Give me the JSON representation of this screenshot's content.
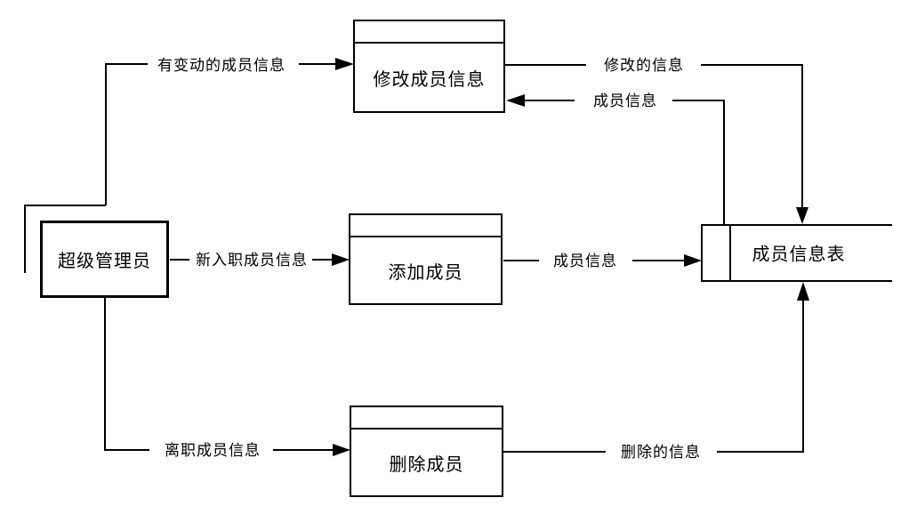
{
  "canvas": {
    "background_color": "#ffffff",
    "line_color": "#000000"
  },
  "entity": {
    "label": "超级管理员"
  },
  "processes": {
    "modify": {
      "label": "修改成员信息"
    },
    "add": {
      "label": "添加成员"
    },
    "delete": {
      "label": "删除成员"
    }
  },
  "datastore": {
    "label": "成员信息表"
  },
  "flows": {
    "changed_info": {
      "label": "有变动的成员信息",
      "from": "超级管理员",
      "to": "修改成员信息"
    },
    "modified_info": {
      "label": "修改的信息",
      "from": "修改成员信息",
      "to": "成员信息表"
    },
    "member_info_top": {
      "label": "成员信息",
      "from": "成员信息表",
      "to": "修改成员信息"
    },
    "new_member_info": {
      "label": "新入职成员信息",
      "from": "超级管理员",
      "to": "添加成员"
    },
    "member_info_mid": {
      "label": "成员信息",
      "from": "添加成员",
      "to": "成员信息表"
    },
    "leaving_member_info": {
      "label": "离职成员信息",
      "from": "超级管理员",
      "to": "删除成员"
    },
    "deleted_info": {
      "label": "删除的信息",
      "from": "删除成员",
      "to": "成员信息表"
    }
  }
}
